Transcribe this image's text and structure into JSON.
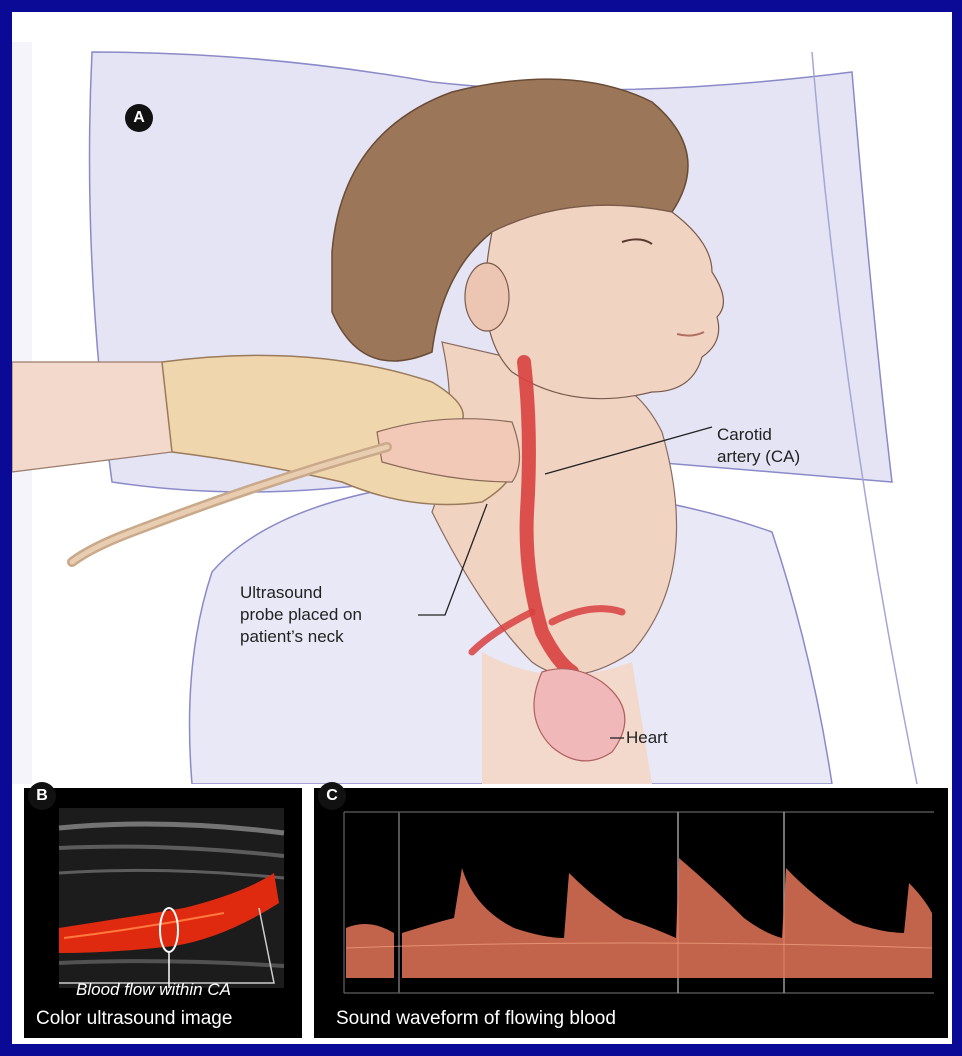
{
  "panel_a": {
    "badge": "A",
    "label_carotid_line1": "Carotid",
    "label_carotid_line2": "artery (CA)",
    "label_probe_line1": "Ultrasound",
    "label_probe_line2": "probe placed on",
    "label_probe_line3": "patient’s neck",
    "label_heart": "Heart"
  },
  "panel_b": {
    "badge": "B",
    "inner_label": "Blood flow within CA",
    "caption": "Color ultrasound image"
  },
  "panel_c": {
    "badge": "C",
    "caption": "Sound waveform of flowing blood"
  },
  "colors": {
    "border": "#0a0a96",
    "artery": "#d84040",
    "skin": "#f1d3c2",
    "hair": "#9c7658",
    "glove": "#f0d6ad",
    "gown": "#eaeaf6",
    "doppler": "#e47458"
  }
}
